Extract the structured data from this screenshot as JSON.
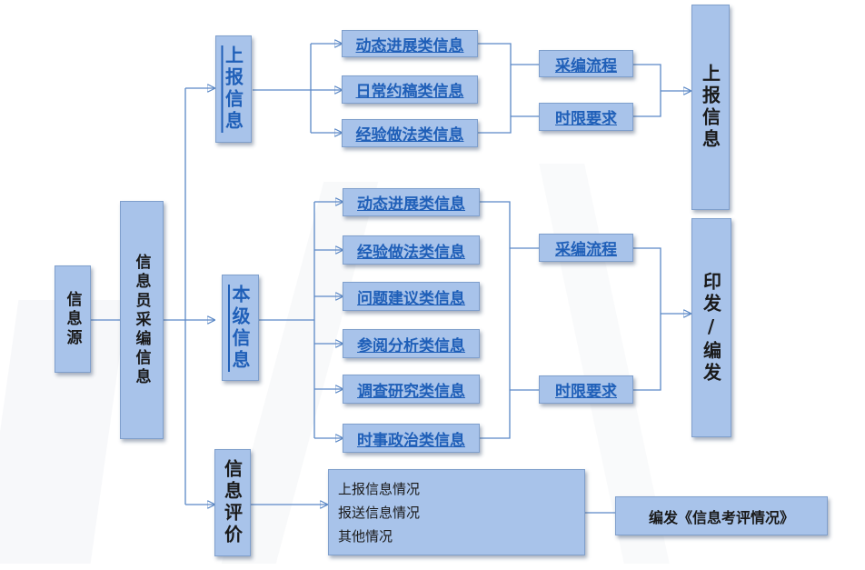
{
  "source": "信息源",
  "collector": "信息员采编信息",
  "report_group": {
    "label": "上报信息",
    "items": [
      "动态进展类信息",
      "日常约稿类信息",
      "经验做法类信息"
    ],
    "process": "采编流程",
    "deadline": "时限要求",
    "output": "上报信息"
  },
  "local_group": {
    "label": "本级信息",
    "items": [
      "动态进展类信息",
      "经验做法类信息",
      "问题建议类信息",
      "参阅分析类信息",
      "调查研究类信息",
      "时事政治类信息"
    ],
    "process": "采编流程",
    "deadline": "时限要求",
    "output": "印发/编发"
  },
  "evaluation_group": {
    "label": "信息评价",
    "situations": [
      "上报信息情况",
      "报送信息情况",
      "其他情况"
    ],
    "output": "编发《信息考评情况》"
  },
  "colors": {
    "box_fill": "#a8c3ea",
    "box_border": "#7f9fcc",
    "link_text": "#1f5fb8",
    "connector": "#5b88c6"
  }
}
